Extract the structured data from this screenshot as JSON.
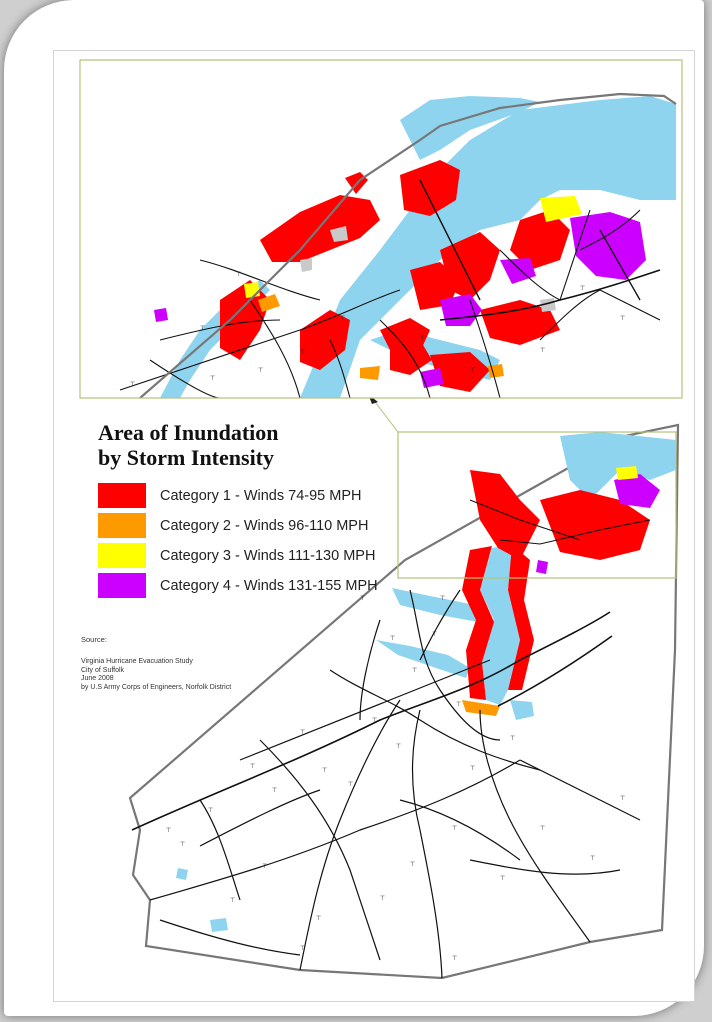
{
  "legend": {
    "title_line1": "Area of Inundation",
    "title_line2": "by Storm Intensity",
    "items": [
      {
        "label": "Category 1 - Winds 74-95 MPH",
        "color": "#ff0000"
      },
      {
        "label": "Category 2 - Winds 96-110 MPH",
        "color": "#ff9900"
      },
      {
        "label": "Category 3 - Winds 111-130 MPH",
        "color": "#ffff00"
      },
      {
        "label": "Category 4 - Winds 131-155 MPH",
        "color": "#cc00ff"
      }
    ]
  },
  "source": {
    "label": "Source:",
    "lines": [
      "Virginia Hurricane Evacuation Study",
      "City of Suffolk",
      "June 2008",
      "by U.S Army Corps of Engineers, Norfolk District"
    ]
  },
  "colors": {
    "water": "#8fd4ee",
    "road": "#111111",
    "boundary": "#777777",
    "inset_frame": "#b6c27a"
  }
}
